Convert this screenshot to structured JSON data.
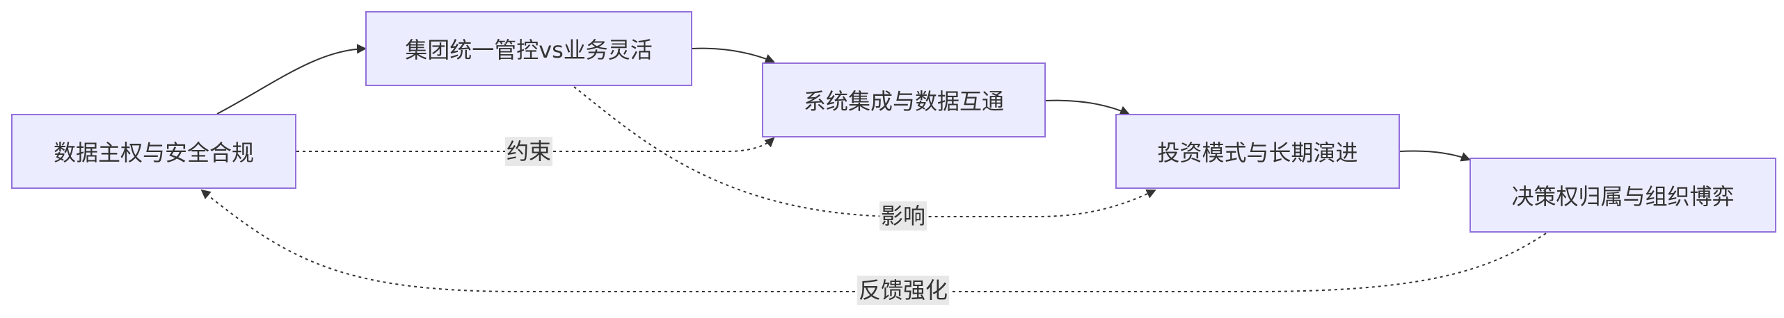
{
  "diagram": {
    "nodes": {
      "data_sovereignty": "数据主权与安全合规",
      "group_control": "集团统一管控vs业务灵活",
      "system_integration": "系统集成与数据互通",
      "investment_model": "投资模式与长期演进",
      "decision_rights": "决策权归属与组织博弈"
    },
    "edge_labels": {
      "constraint": "约束",
      "influence": "影响",
      "feedback": "反馈强化"
    },
    "colors": {
      "node_fill": "#ECECFF",
      "node_border": "#9370DB",
      "edge_line": "#333333",
      "label_bg": "#E8E8E8",
      "text": "#333333"
    }
  }
}
